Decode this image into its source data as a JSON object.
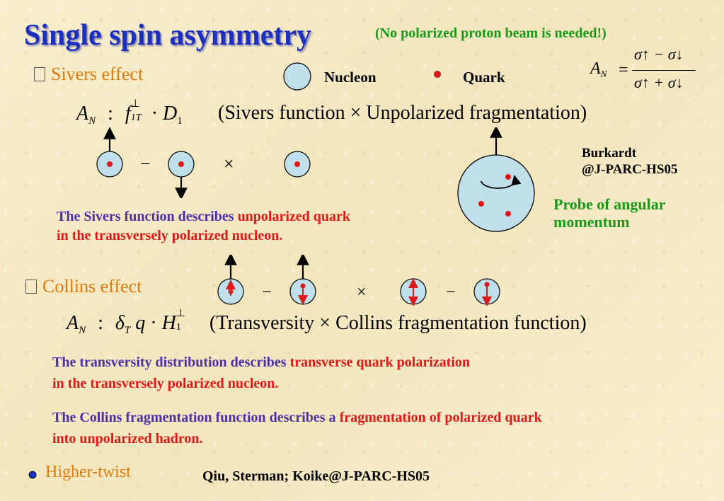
{
  "title": "Single spin asymmetry",
  "note": "(No polarized proton beam is needed!)",
  "sivers": {
    "heading": "Sivers effect",
    "formula_prefix": "A",
    "formula_sub_N": "N",
    "formula_body": ":",
    "f_symbol": "f",
    "f_sup": "⊥",
    "f_sub": "1T",
    "D_symbol": "D",
    "D_sub": "1",
    "description": "(Sivers function ×  Unpolarized fragmentation)",
    "text_part1": "The Sivers function describes ",
    "text_part2": "unpolarized quark",
    "text_part3": "in the transversely polarized nucleon.",
    "reference_line1": "Burkardt",
    "reference_line2": "@J-PARC-HS05",
    "probe_line1": "Probe of angular",
    "probe_line2": "momentum"
  },
  "legend": {
    "nucleon_label": "Nucleon",
    "quark_label": "Quark"
  },
  "an_formula": {
    "lhs": "A",
    "lhs_sub": "N",
    "numerator": "σ↑ − σ↓",
    "denominator": "σ↑ + σ↓"
  },
  "collins": {
    "heading": "Collins effect",
    "formula_desc": "(Transversity  ×  Collins fragmentation function)",
    "text1_part1": "The transversity distribution describes ",
    "text1_part2": "transverse quark polarization",
    "text1_part3": "in the transversely polarized nucleon.",
    "text2_part1": "The Collins fragmentation function describes a ",
    "text2_part2": "fragmentation of polarized quark",
    "text2_part3": "into unpolarized hadron."
  },
  "higher_twist": {
    "label": "Higher-twist",
    "reference": "Qiu, Sterman; Koike@J-PARC-HS05"
  },
  "operators": {
    "minus": "−",
    "times": "×"
  },
  "colors": {
    "title": "#1d2fc0",
    "note": "#1a9a1a",
    "heading": "#e07a0a",
    "purple": "#4b2fa8",
    "red": "#e01818",
    "nucleon_fill": "#bfe0ea"
  }
}
